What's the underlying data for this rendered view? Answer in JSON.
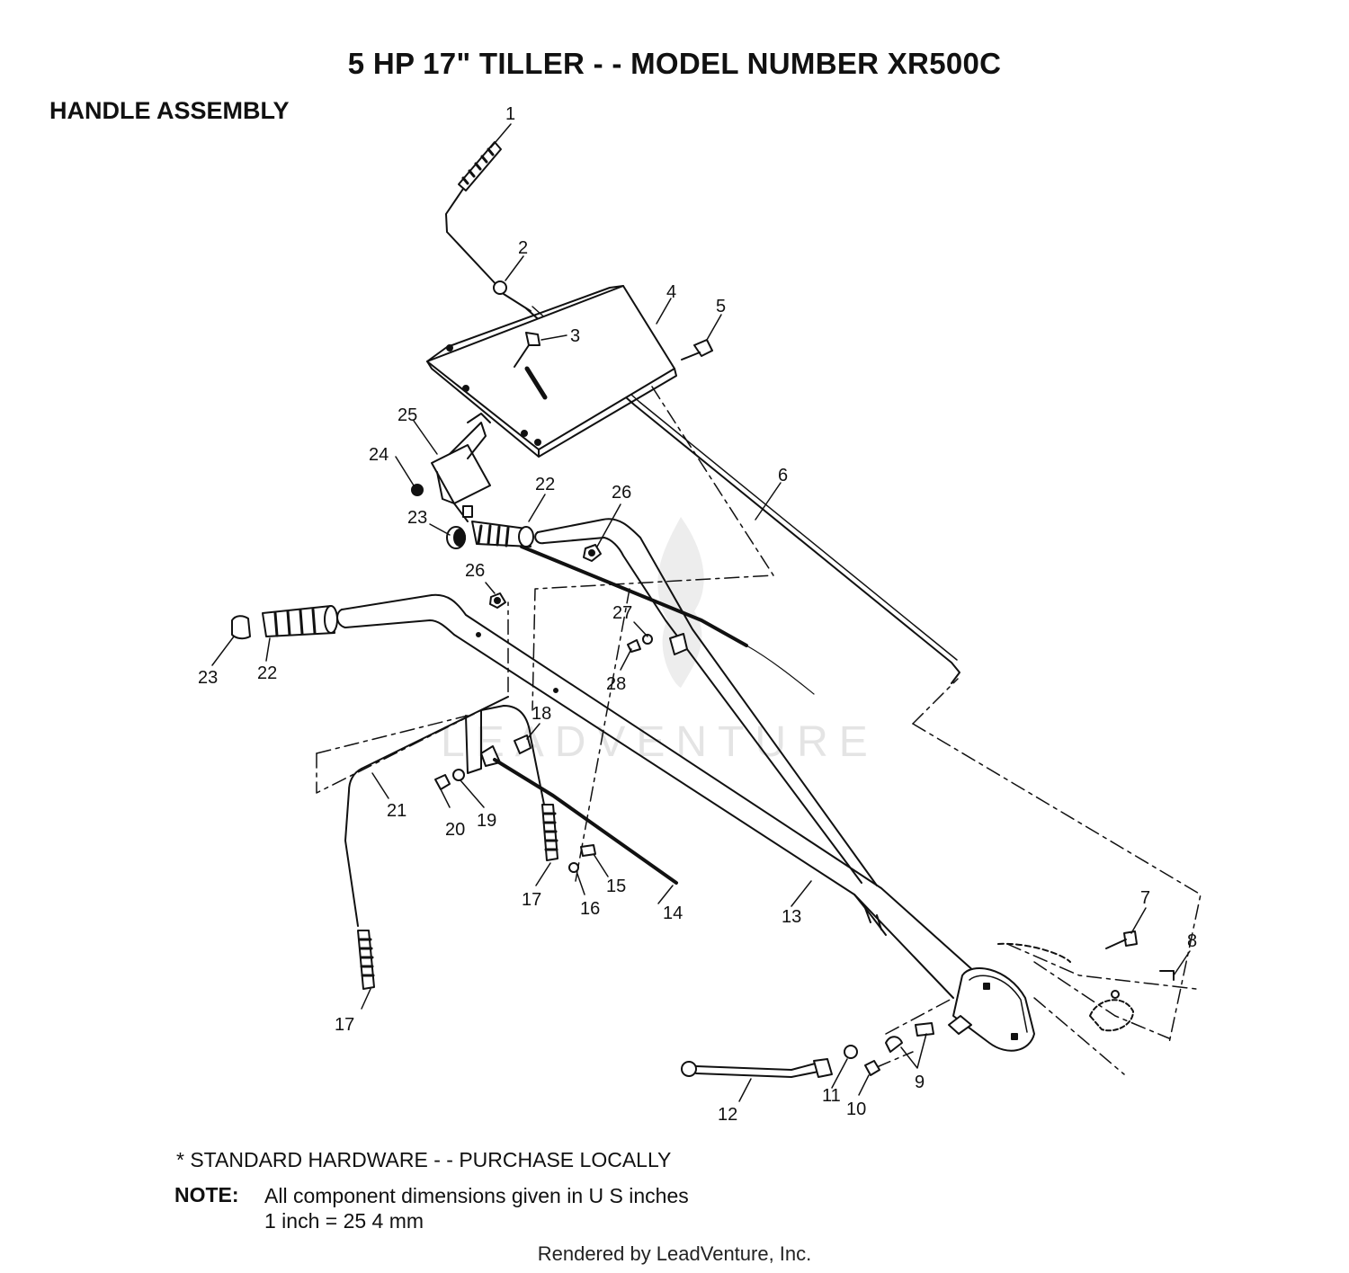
{
  "title": "5 HP 17\" TILLER - - MODEL NUMBER XR500C",
  "subtitle": "HANDLE ASSEMBLY",
  "watermark": "LEADVENTURE",
  "callouts": {
    "c1": "1",
    "c2": "2",
    "c3": "3",
    "c4": "4",
    "c5": "5",
    "c6": "6",
    "c7": "7",
    "c8": "8",
    "c9": "9",
    "c10": "10",
    "c11": "11",
    "c12": "12",
    "c13": "13",
    "c14": "14",
    "c15": "15",
    "c16": "16",
    "c17a": "17",
    "c17b": "17",
    "c18": "18",
    "c19": "19",
    "c20": "20",
    "c21": "21",
    "c22a": "22",
    "c22b": "22",
    "c23a": "23",
    "c23b": "23",
    "c24": "24",
    "c25": "25",
    "c26a": "26",
    "c26b": "26",
    "c27": "27",
    "c28": "28"
  },
  "footnote": "*  STANDARD HARDWARE - - PURCHASE LOCALLY",
  "note": {
    "label": "NOTE:",
    "line1": "All component dimensions given in U S  inches",
    "line2": "1 inch = 25 4 mm"
  },
  "rendered_by": "Rendered by LeadVenture, Inc."
}
